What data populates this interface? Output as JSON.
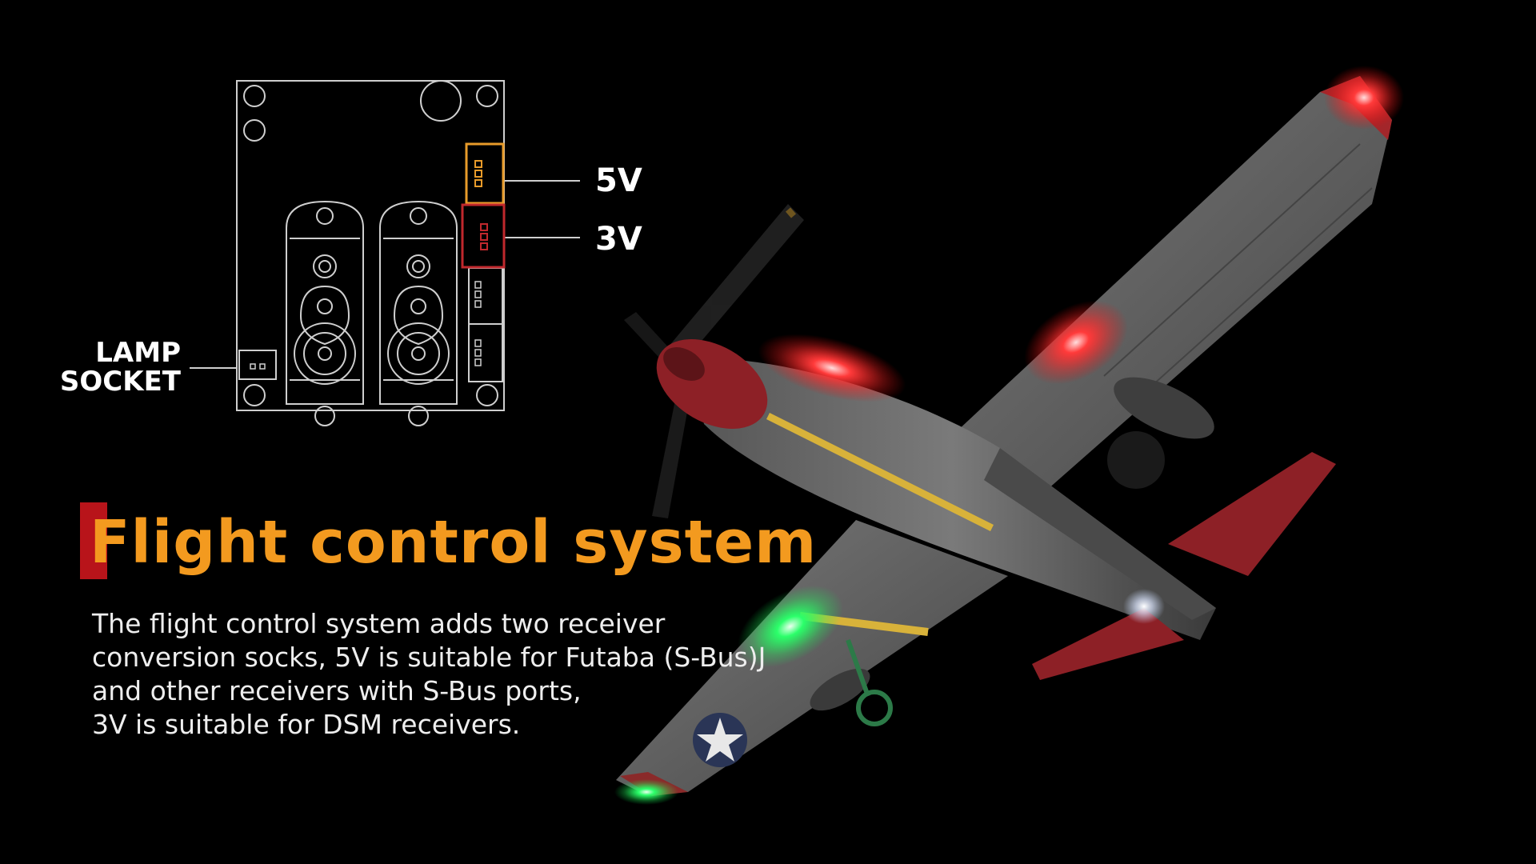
{
  "diagram": {
    "label_5v": "5V",
    "label_3v": "3V",
    "label_lamp_line1": "LAMP",
    "label_lamp_line2": "SOCKET"
  },
  "heading": {
    "title": "Flight control system"
  },
  "description": {
    "lines": [
      "The flight control system adds two receiver",
      "conversion socks, 5V is suitable for Futaba (S-Bus)J",
      "and other receivers with S-Bus ports,",
      "3V is suitable for DSM receivers."
    ]
  },
  "colors": {
    "background": "#000000",
    "accent_orange": "#f39a1f",
    "accent_red": "#b8141a",
    "socket_5v": "#e89b2a",
    "socket_3v": "#c0282d",
    "diagram_line": "#cfcfcf",
    "text": "#eeeeee"
  }
}
